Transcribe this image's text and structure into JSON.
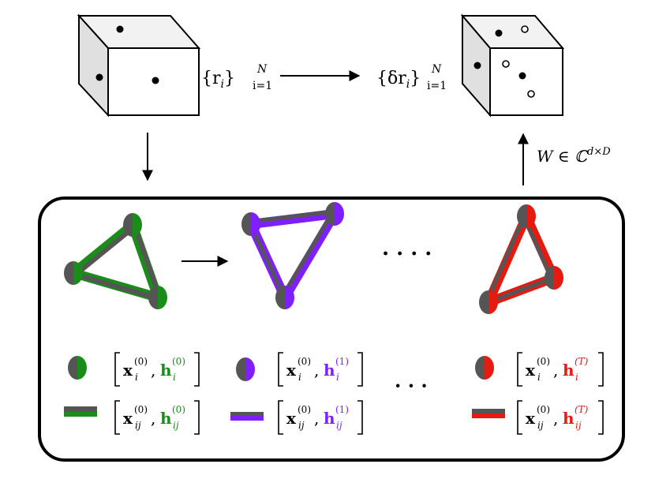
{
  "top": {
    "set_left": "{r",
    "set_left_sub": "i",
    "set_left_close": "}",
    "set_left_sup": "N",
    "set_left_lower": "i=1",
    "set_right": "{δr",
    "set_right_sub": "i",
    "set_right_close": "}",
    "set_right_sup": "N",
    "set_right_lower": "i=1",
    "projection_label": "W ∈ ℂ",
    "projection_sup": "d×D"
  },
  "ellipsis": {
    "graphs": "· · · ·",
    "legend": "· · ·"
  },
  "legend": {
    "x_node": "x",
    "x_node_sub": "i",
    "x_edge_sub": "ij",
    "x_sup": "(0)",
    "h": "h",
    "layers": [
      {
        "sup": "(0)",
        "color": "#1a8c1a"
      },
      {
        "sup": "(1)",
        "color": "#7f1fff"
      },
      {
        "sup": "(T)",
        "color": "#e51a10"
      }
    ]
  },
  "colors": {
    "gray": "#555555",
    "green": "#1a8c1a",
    "purple": "#7f1fff",
    "red": "#e51a10"
  }
}
